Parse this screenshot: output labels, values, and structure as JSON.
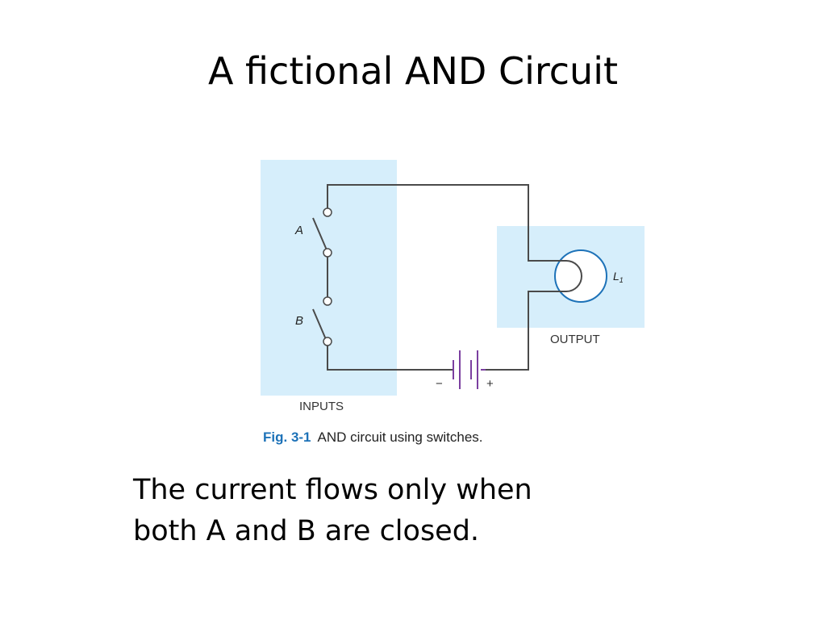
{
  "slide": {
    "title": "A fictional AND Circuit",
    "body_lines": [
      "The current flows only when",
      "both A and B are closed."
    ]
  },
  "figure": {
    "caption_number": "Fig. 3-1",
    "caption_text": "AND circuit using switches.",
    "switch_a_label": "A",
    "switch_b_label": "B",
    "inputs_label": "INPUTS",
    "output_label": "OUTPUT",
    "lamp_label": "L",
    "lamp_subscript": "1",
    "battery_minus": "−",
    "battery_plus": "+",
    "colors": {
      "panel": "#d6eefb",
      "wire": "#4a4a4a",
      "battery": "#7b3fa0",
      "lamp": "#1d72b8",
      "caption_accent": "#1d72b8"
    }
  }
}
